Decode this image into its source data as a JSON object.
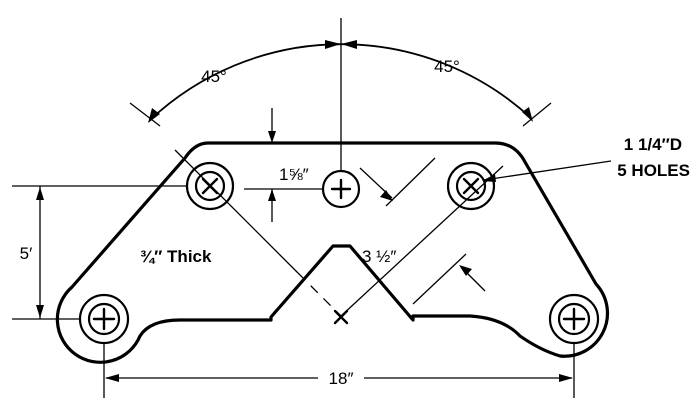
{
  "drawing": {
    "angle_left": "45°",
    "angle_right": "45°",
    "hole_spec_line1": "1 1/4″D",
    "hole_spec_line2": "5 HOLES",
    "dim_top_offset": "1⅝″",
    "dim_height": "5′",
    "dim_notch": "3 ½″",
    "dim_width": "18″",
    "thickness": "¾″ Thick"
  }
}
